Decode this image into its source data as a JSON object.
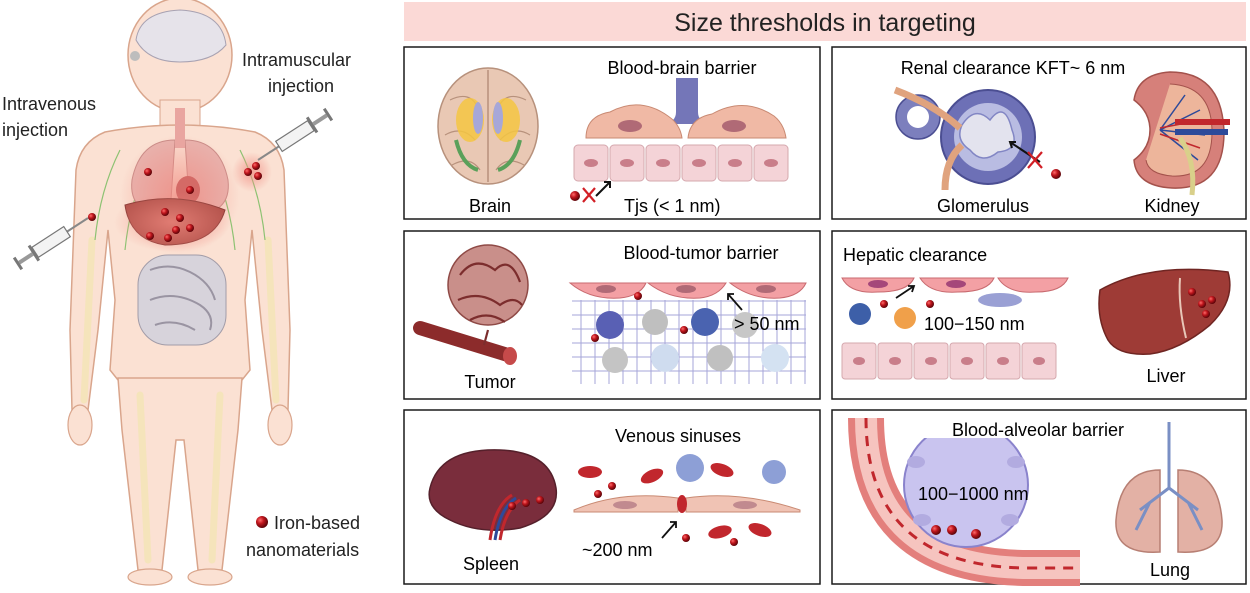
{
  "title": "Size thresholds in targeting",
  "colors": {
    "title_band": "#fbd9d6",
    "body_skin": "#fbe1d3",
    "body_outline": "#d9a58c",
    "particle": "#b3141c",
    "endothelial": "#f0b9a5",
    "cell_row": "#f4d3d7",
    "organ_red": "#9e3b36",
    "box_border": "#1a1a1a"
  },
  "body": {
    "intramuscular": [
      "Intramuscular",
      "injection"
    ],
    "intravenous": [
      "Intravenous",
      "injection"
    ],
    "legend": [
      "Iron-based",
      "nanomaterials"
    ]
  },
  "panels": {
    "bbb": {
      "title": "Blood-brain barrier",
      "organ": "Brain",
      "size": "Tjs (< 1 nm)"
    },
    "renal": {
      "title": "Renal clearance KFT~ 6 nm",
      "organ1": "Glomerulus",
      "organ2": "Kidney"
    },
    "btb": {
      "title": "Blood-tumor barrier",
      "organ": "Tumor",
      "size": "> 50 nm"
    },
    "hepatic": {
      "title": "Hepatic clearance",
      "size": "100−150 nm",
      "organ": "Liver"
    },
    "venous": {
      "title": "Venous sinuses",
      "organ": "Spleen",
      "size": "~200 nm"
    },
    "alveolar": {
      "title": "Blood-alveolar barrier",
      "size": "100−1000 nm",
      "organ": "Lung"
    }
  }
}
